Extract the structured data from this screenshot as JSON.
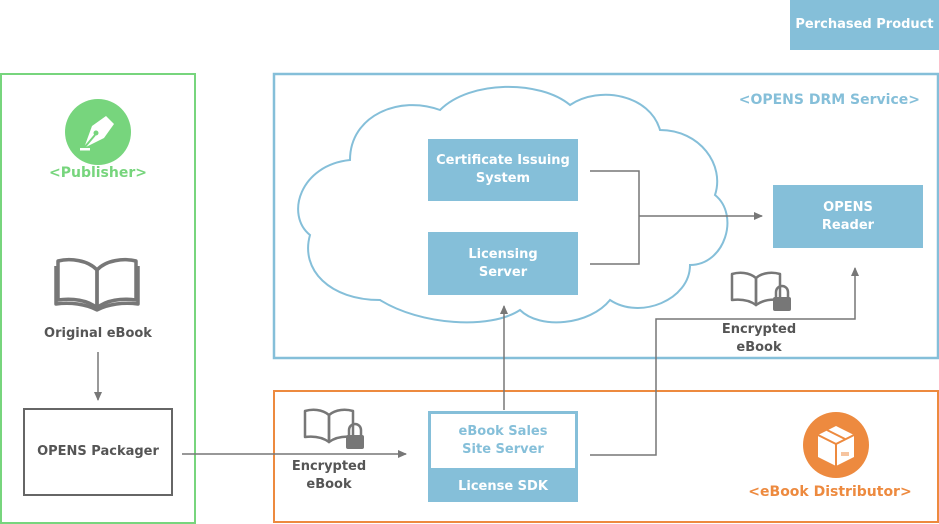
{
  "legend": {
    "purchased_product": "Perchased Product"
  },
  "publisher": {
    "title": "<Publisher>",
    "original_ebook": "Original eBook",
    "packager": "OPENS Packager"
  },
  "drm_service": {
    "title": "<OPENS DRM Service>",
    "cert_system": "Certificate Issuing System",
    "licensing_server": "Licensing Server",
    "reader": "OPENS Reader"
  },
  "distributor": {
    "title": "<eBook Distributor>",
    "sales_server": "eBook Sales Site Server",
    "license_sdk": "License SDK"
  },
  "encrypted_ebook_1": {
    "line1": "Encrypted",
    "line2": "eBook"
  },
  "encrypted_ebook_2": {
    "line1": "Encrypted",
    "line2": "eBook"
  },
  "colors": {
    "green": "#77d57d",
    "blue": "#85bfd9",
    "orange": "#ed8a3f",
    "gray": "#666666"
  },
  "icons": [
    "pen-nib-icon",
    "open-book-icon",
    "lock-icon",
    "box-icon",
    "arrow-icon"
  ]
}
